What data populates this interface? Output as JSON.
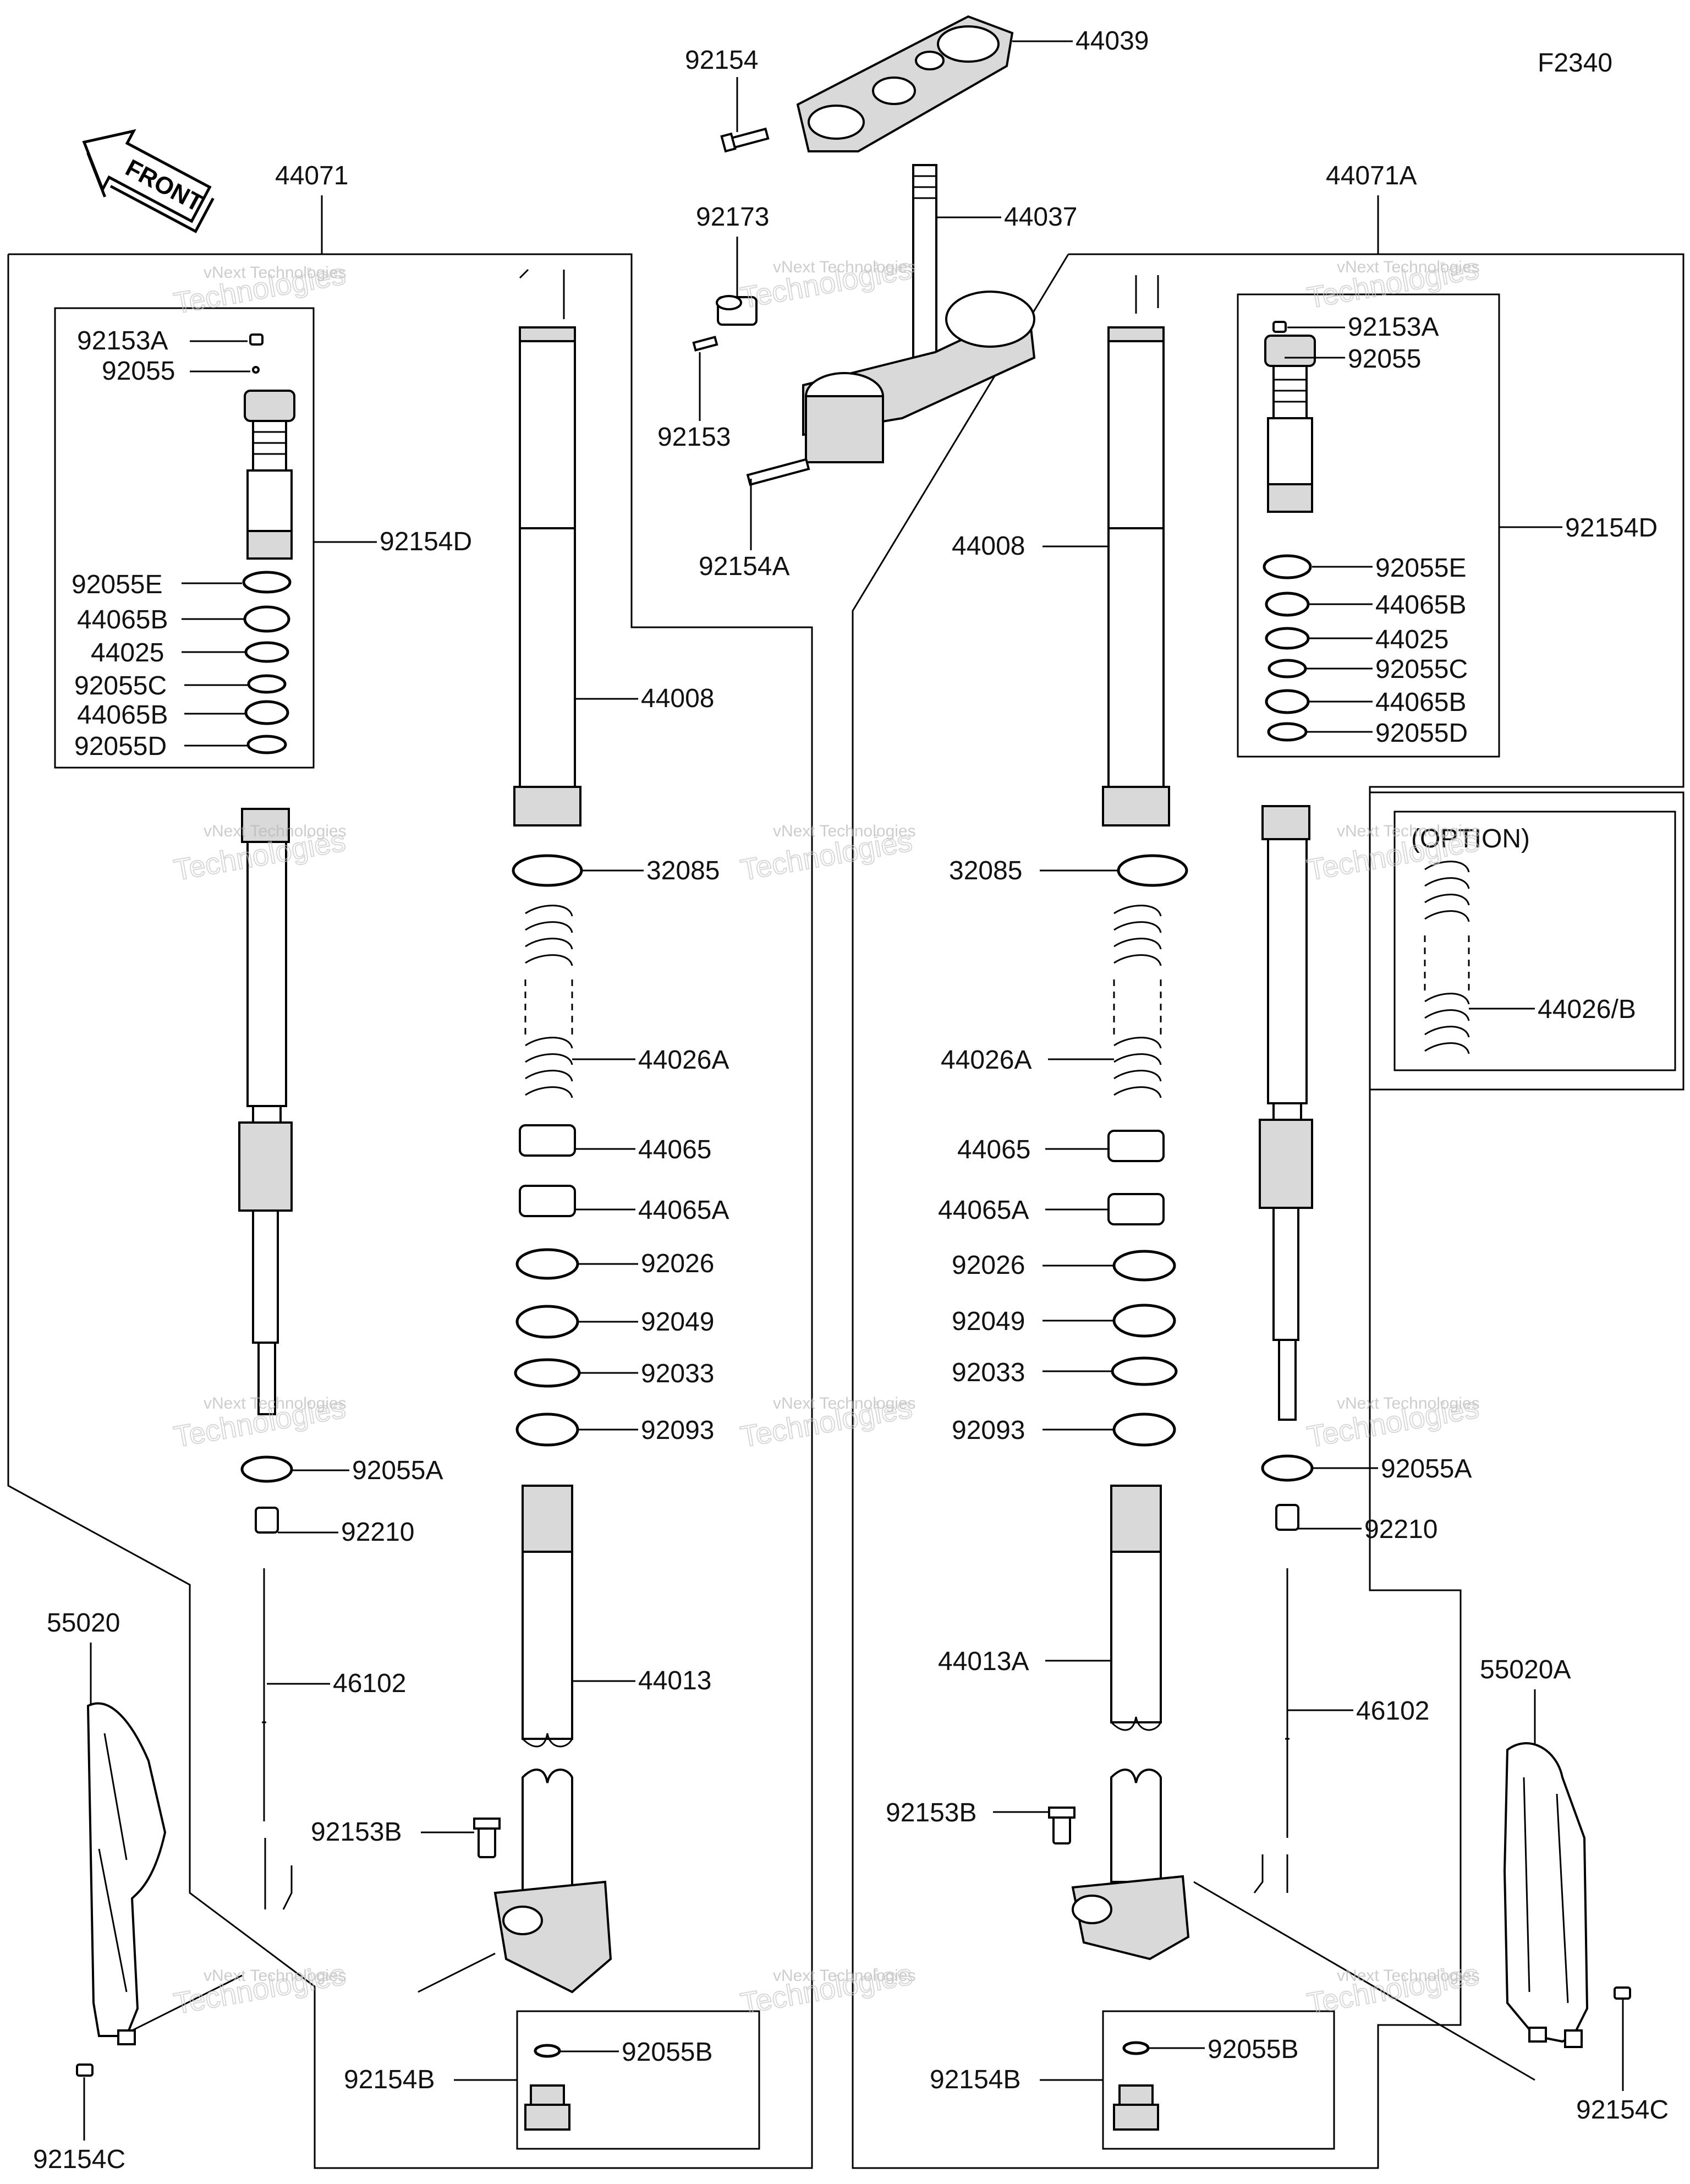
{
  "figure_code": "F2340",
  "front_label": "FRONT",
  "option_label": "(OPTION)",
  "watermark": {
    "line1": "vNext Technologies",
    "line2": "Technologies",
    "line3": "vNext"
  },
  "labels": {
    "44039": "44039",
    "92154": "92154",
    "44037": "44037",
    "92173": "92173",
    "92153": "92153",
    "92154A": "92154A",
    "44071": "44071",
    "44071A": "44071A",
    "L_92153A": "92153A",
    "L_92055": "92055",
    "L_92154D": "92154D",
    "L_92055E": "92055E",
    "L_44065B_1": "44065B",
    "L_44025": "44025",
    "L_92055C": "92055C",
    "L_44065B_2": "44065B",
    "L_92055D": "92055D",
    "L_44008": "44008",
    "L_32085": "32085",
    "L_44026A": "44026A",
    "L_44065": "44065",
    "L_44065A": "44065A",
    "L_92026": "92026",
    "L_92049": "92049",
    "L_92033": "92033",
    "L_92093": "92093",
    "L_92055A": "92055A",
    "L_92210": "92210",
    "L_46102": "46102",
    "L_44013": "44013",
    "L_92153B": "92153B",
    "L_92055B": "92055B",
    "L_92154B": "92154B",
    "L_55020": "55020",
    "L_92154C": "92154C",
    "R_92153A": "92153A",
    "R_92055": "92055",
    "R_92154D": "92154D",
    "R_92055E": "92055E",
    "R_44065B_1": "44065B",
    "R_44025": "44025",
    "R_92055C": "92055C",
    "R_44065B_2": "44065B",
    "R_92055D": "92055D",
    "R_44008": "44008",
    "R_32085": "32085",
    "R_44026A": "44026A",
    "R_44026B": "44026/B",
    "R_44065": "44065",
    "R_44065A": "44065A",
    "R_92026": "92026",
    "R_92049": "92049",
    "R_92033": "92033",
    "R_92093": "92093",
    "R_92055A": "92055A",
    "R_92210": "92210",
    "R_46102": "46102",
    "R_44013A": "44013A",
    "R_92153B": "92153B",
    "R_92055B": "92055B",
    "R_92154B": "92154B",
    "R_55020A": "55020A",
    "R_92154C": "92154C"
  }
}
